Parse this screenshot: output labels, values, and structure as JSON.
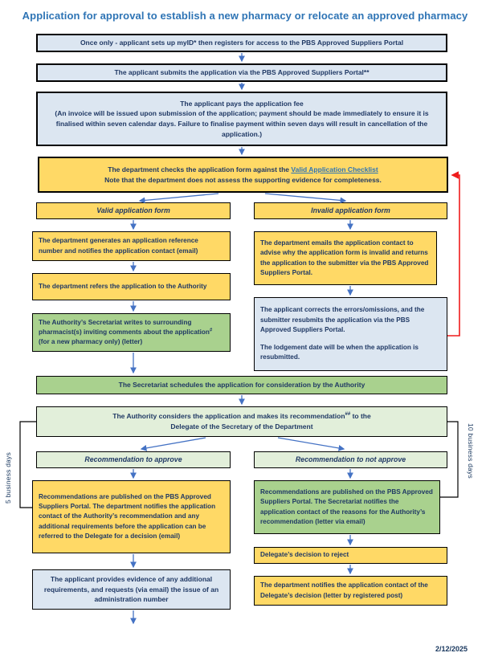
{
  "title": "Application for approval to establish a new pharmacy or relocate an approved pharmacy",
  "footer": {
    "date": "2/12/2025"
  },
  "timeline_labels": {
    "left": "5 business days",
    "right": "10 business days"
  },
  "colors": {
    "title_blue": "#2E74B5",
    "arrow_blue": "#4472C4",
    "feedback_red": "#EF1C1C",
    "box_light_blue": "#DCE6F1",
    "box_gold": "#FFD966",
    "box_green": "#A9D18E",
    "box_light_green": "#E2EFDA",
    "text_navy": "#1F3864"
  },
  "flow": {
    "setup": "Once only - applicant sets up myID* then registers for access to the PBS Approved Suppliers Portal",
    "submit": "The applicant submits the application via the PBS Approved Suppliers Portal**",
    "pay": {
      "line1": "The applicant pays the application fee",
      "rest": "(An invoice will be issued upon submission of the application; payment should be made immediately to ensure it is finalised within seven calendar days. Failure to finalise payment within seven days will result in cancellation of the application.)"
    },
    "check": {
      "pre": "The department checks the application form against the ",
      "link": "Valid Application Checklist",
      "note": "Note that the department does not assess the supporting evidence for completeness."
    },
    "valid_header": "Valid application form",
    "invalid_header": "Invalid application form",
    "generate": "The department generates an application reference number and notifies the application contact (email)",
    "refer": "The department refers the application to the Authority",
    "secretariat_writes": {
      "pre": "The Authority’s Secretariat writes to surrounding pharmacist(s) inviting comments about the application",
      "sup": "#",
      "post": " (for a new pharmacy only) (letter)"
    },
    "emails_invalid": "The department emails the application contact to advise why the application form is invalid and returns the application to the submitter via the PBS Approved Suppliers Portal.",
    "corrects": {
      "p1": "The applicant corrects the errors/omissions, and the submitter resubmits the application via the PBS Approved Suppliers Portal.",
      "p2": "The lodgement date will be when the application is resubmitted."
    },
    "schedules": "The Secretariat schedules the application for consideration by the Authority",
    "considers": {
      "pre": "The Authority considers the application and makes its recommendation",
      "sup": "##",
      "post": " to the",
      "line2": "Delegate of the Secretary of the Department"
    },
    "rec_approve": "Recommendation to approve",
    "rec_not_approve": "Recommendation to not approve",
    "published_approve": "Recommendations are published on the PBS Approved Suppliers Portal. The department notifies the application contact of the Authority’s recommendation and any additional requirements before the application can be referred to the Delegate for a decision (email)",
    "published_reject": "Recommendations are published on the PBS Approved Suppliers Portal. The Secretariat notifies the application contact of the reasons for the Authority’s recommendation (letter via email)",
    "delegate_reject": "Delegate’s decision to reject",
    "notify_decision": "The department notifies the application contact of the Delegate’s decision (letter by registered post)",
    "provides_evidence": "The applicant provides evidence of any additional requirements, and requests (via email) the issue of an administration number"
  }
}
